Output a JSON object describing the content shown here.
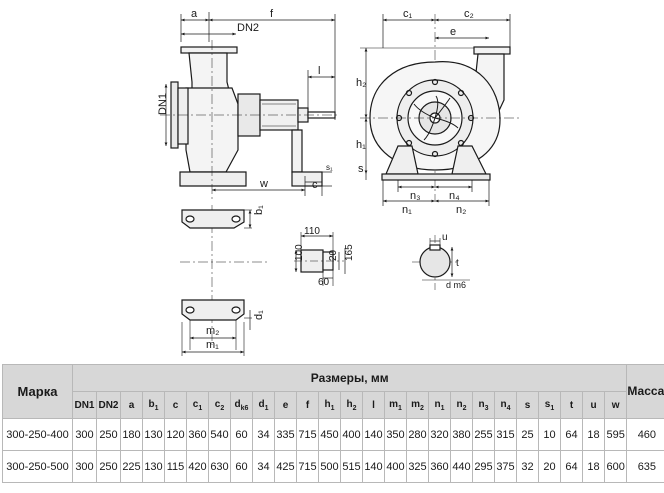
{
  "drawing": {
    "labels": {
      "a": "a",
      "f": "f",
      "dn2": "DN2",
      "dn1": "DN1",
      "l": "l",
      "w": "w",
      "c": "c",
      "s1": "s₁",
      "c1": "c₁",
      "c2": "c₂",
      "e": "e",
      "h1": "h₁",
      "h2": "h₂",
      "s": "s",
      "n1": "n₁",
      "n2": "n₂",
      "n3": "n₃",
      "n4": "n₄",
      "b1": "b₁",
      "d1": "d₁",
      "m1": "m₁",
      "m2": "m₂",
      "dim110": "110",
      "dim100": "100",
      "dim20": "20",
      "dim165": "165",
      "dim60": "60",
      "u": "u",
      "t": "t",
      "dm6": "d m6"
    }
  },
  "table": {
    "marka_header": "Марка",
    "sizes_header": "Размеры, мм",
    "mass_header": "Масса, кг",
    "columns": [
      {
        "base": "DN1",
        "sub": ""
      },
      {
        "base": "DN2",
        "sub": ""
      },
      {
        "base": "a",
        "sub": ""
      },
      {
        "base": "b",
        "sub": "1"
      },
      {
        "base": "c",
        "sub": ""
      },
      {
        "base": "c",
        "sub": "1"
      },
      {
        "base": "c",
        "sub": "2"
      },
      {
        "base": "d",
        "sub": "k6"
      },
      {
        "base": "d",
        "sub": "1"
      },
      {
        "base": "e",
        "sub": ""
      },
      {
        "base": "f",
        "sub": ""
      },
      {
        "base": "h",
        "sub": "1"
      },
      {
        "base": "h",
        "sub": "2"
      },
      {
        "base": "l",
        "sub": ""
      },
      {
        "base": "m",
        "sub": "1"
      },
      {
        "base": "m",
        "sub": "2"
      },
      {
        "base": "n",
        "sub": "1"
      },
      {
        "base": "n",
        "sub": "2"
      },
      {
        "base": "n",
        "sub": "3"
      },
      {
        "base": "n",
        "sub": "4"
      },
      {
        "base": "s",
        "sub": ""
      },
      {
        "base": "s",
        "sub": "1"
      },
      {
        "base": "t",
        "sub": ""
      },
      {
        "base": "u",
        "sub": ""
      },
      {
        "base": "w",
        "sub": ""
      }
    ],
    "rows": [
      {
        "mark": "300-250-400",
        "values": [
          "300",
          "250",
          "180",
          "130",
          "120",
          "360",
          "540",
          "60",
          "34",
          "335",
          "715",
          "450",
          "400",
          "140",
          "350",
          "280",
          "320",
          "380",
          "255",
          "315",
          "25",
          "10",
          "64",
          "18",
          "595"
        ],
        "mass": "460"
      },
      {
        "mark": "300-250-500",
        "values": [
          "300",
          "250",
          "225",
          "130",
          "115",
          "420",
          "630",
          "60",
          "34",
          "425",
          "715",
          "500",
          "515",
          "140",
          "400",
          "325",
          "360",
          "440",
          "295",
          "375",
          "32",
          "20",
          "64",
          "18",
          "600"
        ],
        "mass": "635"
      }
    ]
  }
}
